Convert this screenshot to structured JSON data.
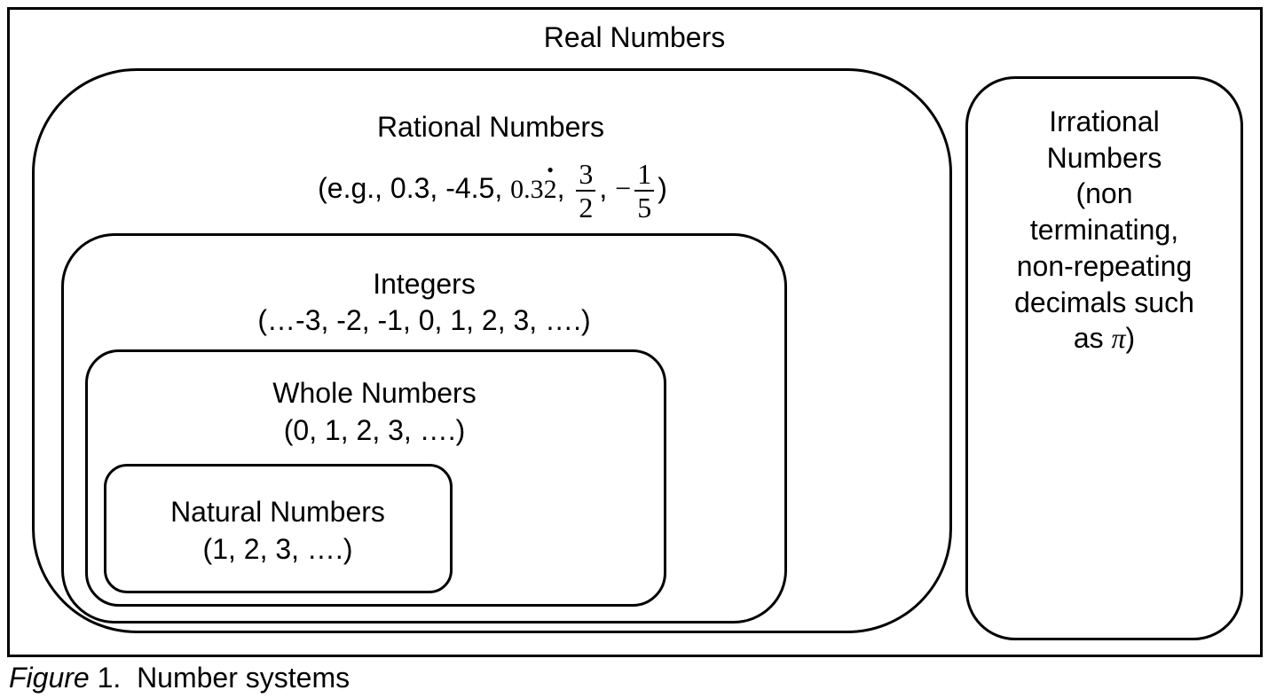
{
  "real": {
    "title": "Real Numbers"
  },
  "rational": {
    "title": "Rational Numbers",
    "examples_prefix": "(e.g., 0.3, -4.5,",
    "repeating_base": "0.3",
    "repeating_digit": "2",
    "sep": ",",
    "frac1_num": "3",
    "frac1_den": "2",
    "minus": "−",
    "frac2_num": "1",
    "frac2_den": "5",
    "close": ")"
  },
  "integers": {
    "title": "Integers",
    "examples": "(…-3, -2, -1, 0, 1, 2, 3, ….)"
  },
  "whole": {
    "title": "Whole Numbers",
    "examples": "(0, 1, 2, 3, ….)"
  },
  "natural": {
    "title": "Natural Numbers",
    "examples": "(1, 2, 3, ….)"
  },
  "irrational": {
    "lines": [
      "Irrational",
      "Numbers",
      "(non",
      "terminating,",
      "non-repeating",
      "decimals such"
    ],
    "last_prefix": "as",
    "pi": "π",
    "last_suffix": ")"
  },
  "caption": {
    "figure_word": "Figure",
    "number": " 1.",
    "text": "  Number systems"
  }
}
